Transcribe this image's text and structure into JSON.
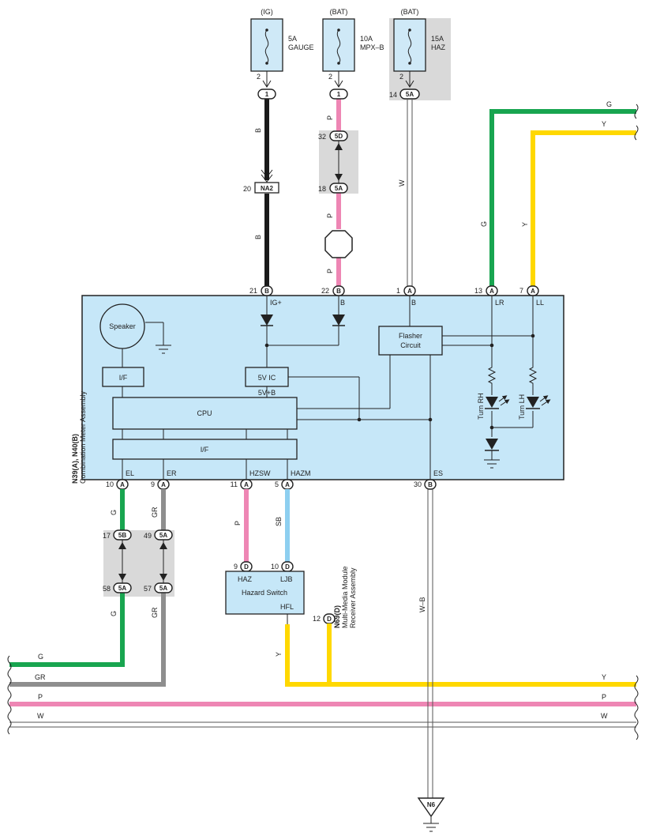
{
  "sources": {
    "ig": {
      "label": "(IG)",
      "fuse_amp": "5A",
      "fuse_name": "GAUGE",
      "pin": "2",
      "conn": "1"
    },
    "bat1": {
      "label": "(BAT)",
      "fuse_amp": "10A",
      "fuse_name": "MPX–B",
      "pin": "2",
      "conn": "1"
    },
    "bat2": {
      "label": "(BAT)",
      "fuse_amp": "15A",
      "fuse_name": "HAZ",
      "pin": "2",
      "pin_left": "14",
      "conn": "5A"
    }
  },
  "wires": {
    "b": "B",
    "p": "P",
    "w": "W",
    "g": "G",
    "y": "Y",
    "gr": "GR",
    "sb": "SB",
    "wb": "W–B"
  },
  "connectors": {
    "c32": "32",
    "c5d": "5D",
    "c18": "18",
    "c5a": "5A",
    "na2_pin": "20",
    "na2": "NA2",
    "p21": "21",
    "p22": "22",
    "p1": "1",
    "p13": "13",
    "p7": "7",
    "pB": "B",
    "pA": "A",
    "p10": "10",
    "p9": "9",
    "p11": "11",
    "p5": "5",
    "p30": "30",
    "c17": "17",
    "c5b": "5B",
    "c49": "49",
    "c58": "58",
    "c57": "57",
    "hs9": "9",
    "hs10": "10",
    "hs12": "12",
    "hsD": "D"
  },
  "meter": {
    "title_code": "N39(A), N40(B)",
    "title": "Combination Meter Assembly",
    "ig_plus": "IG+",
    "b1": "B",
    "b2": "B",
    "lr": "LR",
    "ll": "LL",
    "speaker": "Speaker",
    "if1": "I/F",
    "ic5v": "5V IC",
    "v5b": "5V+B",
    "flasher1": "Flasher",
    "flasher2": "Circuit",
    "cpu": "CPU",
    "if2": "I/F",
    "turn_rh": "Turn RH",
    "turn_lh": "Turn LH",
    "el": "EL",
    "er": "ER",
    "hzsw": "HZSW",
    "hazm": "HAZM",
    "es": "ES"
  },
  "module": {
    "code": "N69(D)",
    "name1": "Multi-Media Module",
    "name2": "Receiver Assembly",
    "haz": "HAZ",
    "ljb": "LJB",
    "switch": "Hazard Switch",
    "hfl": "HFL"
  },
  "ground": "N6",
  "colors": {
    "black": "#1a1a1a",
    "pink": "#ee86b4",
    "green": "#18a550",
    "yellow": "#ffd800",
    "gray": "#8e8e8e",
    "skyblue": "#8dcff0",
    "panel": "#c6e7f8"
  }
}
